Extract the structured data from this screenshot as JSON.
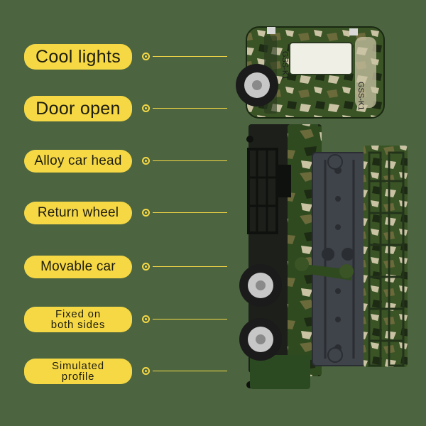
{
  "features": [
    {
      "lines": [
        "Cool lights"
      ]
    },
    {
      "lines": [
        "Door open"
      ]
    },
    {
      "lines": [
        "Alloy car head"
      ]
    },
    {
      "lines": [
        "Return wheel"
      ]
    },
    {
      "lines": [
        "Movable car"
      ]
    },
    {
      "lines": [
        "Fixed on",
        "both sides"
      ]
    },
    {
      "lines": [
        "Simulated",
        "profile"
      ]
    }
  ],
  "truck": {
    "cab_marking": "GSS-K1",
    "camo_colors": [
      "#2f4a1f",
      "#6b6a3b",
      "#c9c3a4",
      "#1d2a14"
    ],
    "ladder_color": "#3f434a",
    "tire_color": "#1b1b1b",
    "rim_color": "#c7c7c7"
  },
  "colors": {
    "background": "#4c6540",
    "label_fill": "#f6d845",
    "label_text": "#1d1d0e"
  }
}
